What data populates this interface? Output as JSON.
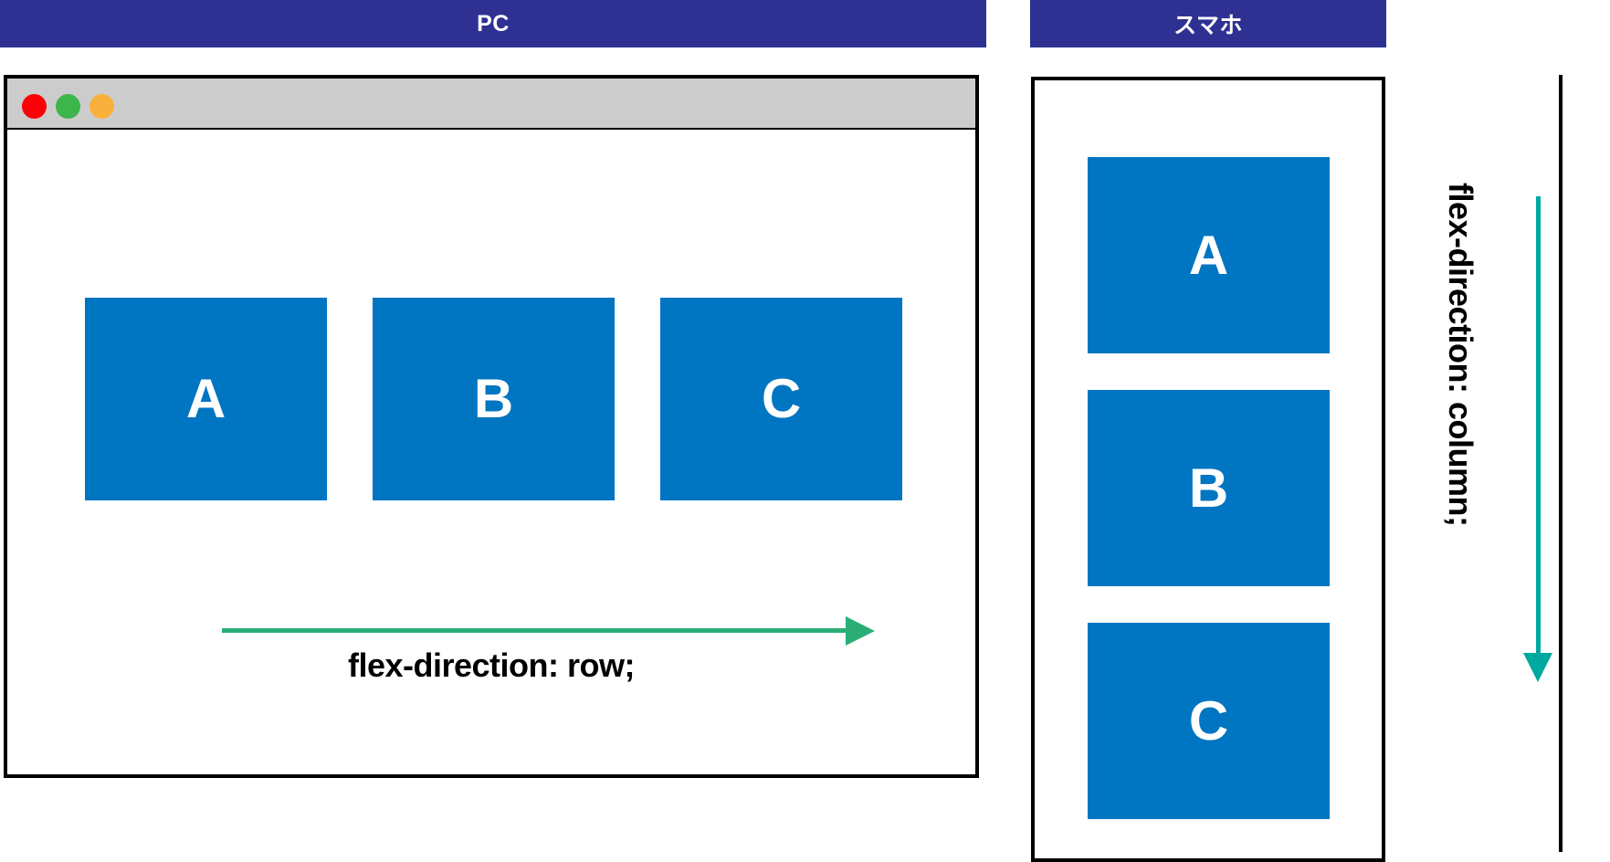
{
  "headers": {
    "pc": "PC",
    "smartphone": "スマホ"
  },
  "browser": {
    "traffic_lights": [
      {
        "name": "close",
        "color": "#FB0007"
      },
      {
        "name": "minimize",
        "color": "#3CB54A"
      },
      {
        "name": "maximize",
        "color": "#FAB03C"
      }
    ]
  },
  "pc_panel": {
    "boxes": [
      {
        "label": "A"
      },
      {
        "label": "B"
      },
      {
        "label": "C"
      }
    ],
    "arrow_direction": "right",
    "caption": "flex-direction: row;"
  },
  "phone_panel": {
    "boxes": [
      {
        "label": "A"
      },
      {
        "label": "B"
      },
      {
        "label": "C"
      }
    ],
    "arrow_direction": "down",
    "caption": "flex-direction: column;"
  },
  "colors": {
    "header_purple": "#2E3192",
    "box_blue": "#0075C1",
    "arrow_green": "#2AAE76",
    "arrow_teal": "#00A99D",
    "titlebar_gray": "#CCCCCC",
    "outline_black": "#000000"
  }
}
